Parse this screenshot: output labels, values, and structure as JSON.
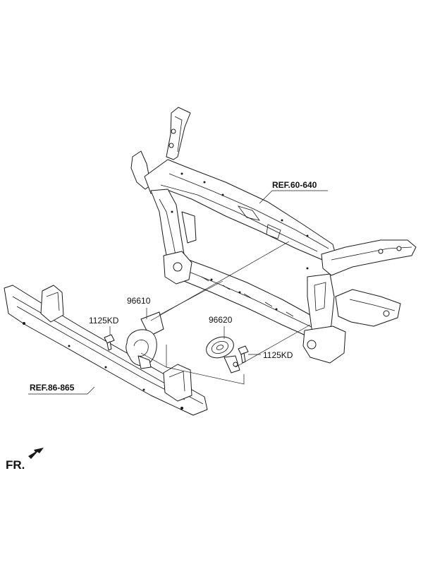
{
  "labels": {
    "ref_carrier": "REF.60-640",
    "ref_bumper": "REF.86-865",
    "horn_high": "96610",
    "horn_low": "96620",
    "bolt_left": "1125KD",
    "bolt_right": "1125KD",
    "front": "FR."
  },
  "colors": {
    "line": "#1a1a1a",
    "background": "#ffffff"
  },
  "icons": {
    "front_direction": "arrow-icon"
  }
}
